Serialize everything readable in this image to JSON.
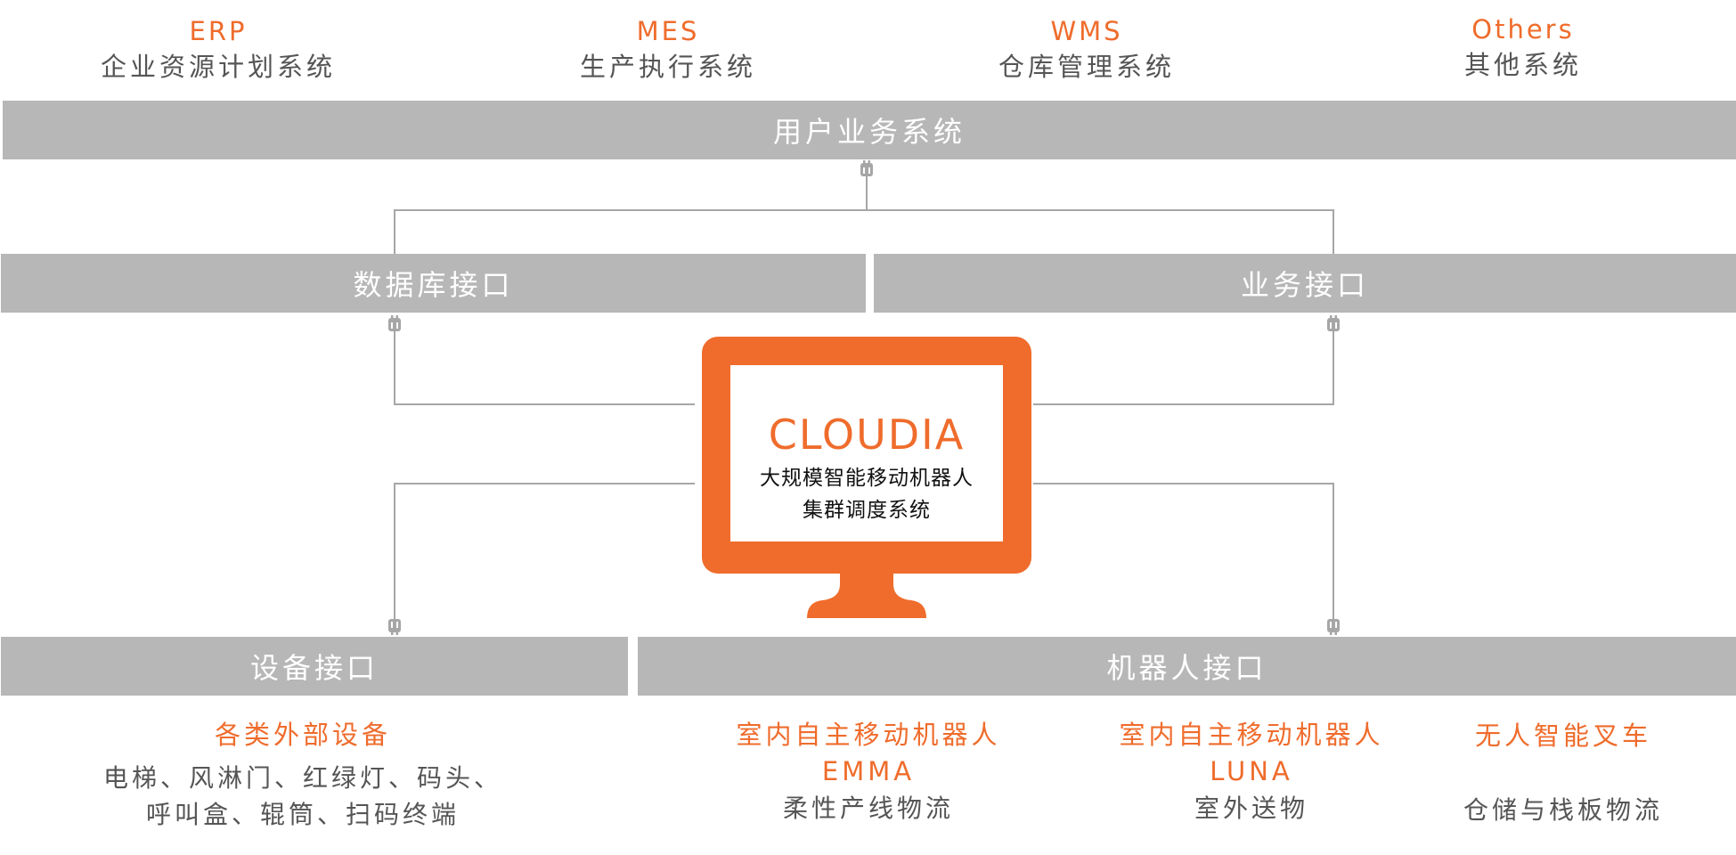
{
  "colors": {
    "accent": "#EF6C2C",
    "bar": "#B7B7B7",
    "line": "#A6A6A6",
    "text_gray": "#555555"
  },
  "top_systems": [
    {
      "code": "ERP",
      "name": "企业资源计划系统"
    },
    {
      "code": "MES",
      "name": "生产执行系统"
    },
    {
      "code": "WMS",
      "name": "仓库管理系统"
    },
    {
      "code": "Others",
      "name": "其他系统"
    }
  ],
  "bars": {
    "user_system": "用户业务系统",
    "database_interface": "数据库接口",
    "business_interface": "业务接口",
    "device_interface": "设备接口",
    "robot_interface": "机器人接口"
  },
  "monitor": {
    "brand": "CLOUDIA",
    "line1": "大规模智能移动机器人",
    "line2": "集群调度系统"
  },
  "bottom": {
    "devices": {
      "title": "各类外部设备",
      "desc1": "电梯、风淋门、红绿灯、码头、",
      "desc2": "呼叫盒、辊筒、扫码终端"
    },
    "emma": {
      "title": "室内自主移动机器人",
      "name": "EMMA",
      "desc": "柔性产线物流"
    },
    "luna": {
      "title": "室内自主移动机器人",
      "name": "LUNA",
      "desc": "室外送物"
    },
    "forklift": {
      "title": "无人智能叉车",
      "desc": "仓储与栈板物流"
    }
  },
  "icons": {
    "connector": "plug-connector-icon",
    "monitor": "monitor-icon"
  }
}
